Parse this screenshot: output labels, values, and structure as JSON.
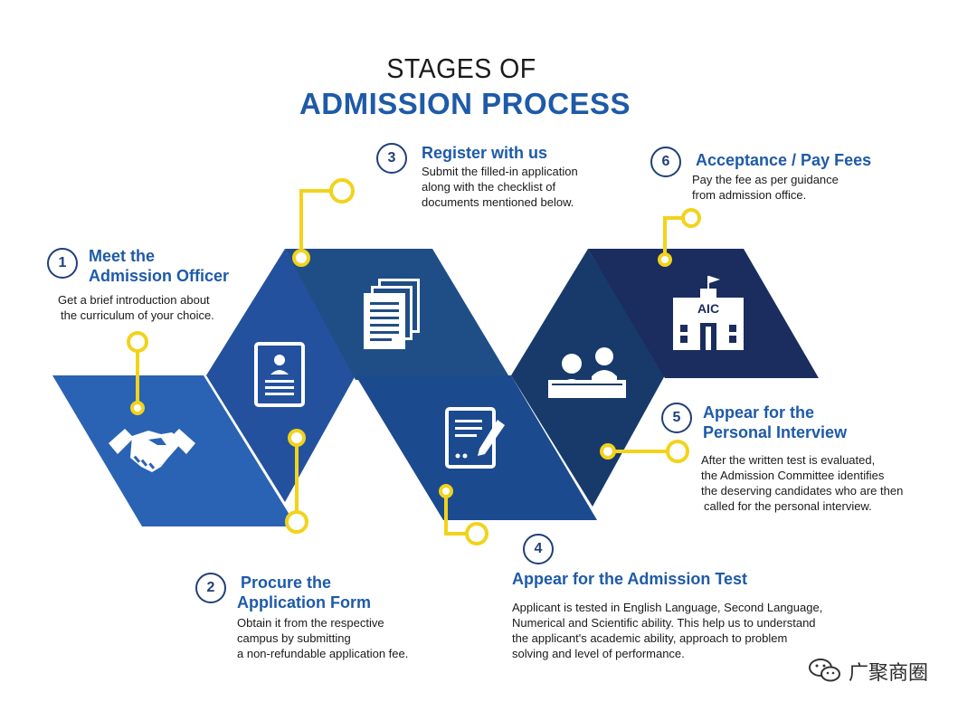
{
  "header": {
    "title_top": "STAGES OF",
    "title_main": "ADMISSION PROCESS"
  },
  "steps": [
    {
      "number": "1",
      "title_line1": "Meet the",
      "title_line2": "Admission Officer",
      "desc_lines": [
        "Get a brief introduction about",
        "the curriculum of your choice."
      ]
    },
    {
      "number": "2",
      "title_line1": "Procure the",
      "title_line2": "Application Form",
      "desc_lines": [
        "Obtain it from the respective",
        "campus by submitting",
        "a non-refundable application fee."
      ]
    },
    {
      "number": "3",
      "title_line1": "Register with us",
      "title_line2": "",
      "desc_lines": [
        "Submit the filled-in application",
        "along with the checklist of",
        "documents mentioned below."
      ]
    },
    {
      "number": "4",
      "title_line1": "Appear for the Admission Test",
      "title_line2": "",
      "desc_lines": [
        "Applicant is tested in English Language, Second Language,",
        "Numerical and Scientific ability. This help us to understand",
        "the applicant's academic ability, approach to problem",
        "solving and level of performance."
      ]
    },
    {
      "number": "5",
      "title_line1": "Appear for the",
      "title_line2": "Personal Interview",
      "desc_lines": [
        "After the written test is evaluated,",
        "the Admission Committee identifies",
        "the deserving candidates who are then",
        "called for the personal interview."
      ]
    },
    {
      "number": "6",
      "title_line1": "Acceptance / Pay Fees",
      "title_line2": "",
      "desc_lines": [
        "Pay the fee as per guidance",
        "from admission office."
      ]
    }
  ],
  "icons": {
    "building_sign": "AIC"
  },
  "watermark": {
    "text": "广聚商圈"
  },
  "colors": {
    "accent_blue": "#1e5aa8",
    "connector_yellow": "#f2d31b",
    "panel_1": "#2a63b4",
    "panel_2": "#23519e",
    "panel_3": "#1f4e86",
    "panel_4": "#1b4a8f",
    "panel_5": "#173a6b",
    "panel_6": "#1b2c5e"
  }
}
